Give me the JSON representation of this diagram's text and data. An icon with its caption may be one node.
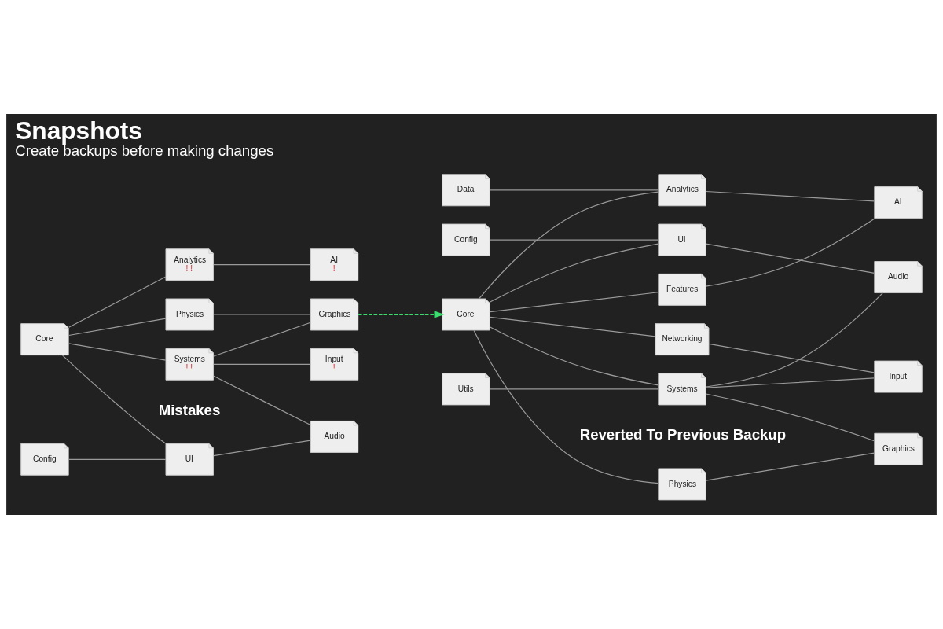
{
  "diagram": {
    "title": "Snapshots",
    "caption": "Create backups before making changes",
    "nodes": [
      {
        "text": [
          "Core"
        ]
      },
      {
        "text": [
          "Config"
        ]
      },
      {
        "text": [
          "Analytics",
          "! !"
        ]
      },
      {
        "text": [
          "Systems",
          "! !"
        ]
      },
      {
        "text": [
          "Physics"
        ]
      },
      {
        "text": [
          "UI"
        ]
      },
      {
        "text": [
          "Input",
          "!"
        ]
      },
      {
        "text": [
          "AI",
          "!"
        ]
      },
      {
        "text": [
          "Graphics"
        ]
      },
      {
        "text": [
          "Audio"
        ]
      },
      {
        "text": [
          "Data"
        ]
      },
      {
        "text": [
          "Config"
        ]
      },
      {
        "text": [
          "Core"
        ]
      },
      {
        "text": [
          "Utils"
        ]
      },
      {
        "text": [
          "Analytics"
        ]
      },
      {
        "text": [
          "Features"
        ]
      },
      {
        "text": [
          "UI"
        ]
      },
      {
        "text": [
          "Networking"
        ]
      },
      {
        "text": [
          "Systems"
        ]
      },
      {
        "text": [
          "Physics"
        ]
      },
      {
        "text": [
          "AI"
        ]
      },
      {
        "text": [
          "Audio"
        ]
      },
      {
        "text": [
          "Input"
        ]
      },
      {
        "text": [
          "Graphics"
        ]
      }
    ],
    "edges": [
      {
        "from": 0,
        "to": 2,
        "arrow": "none"
      },
      {
        "from": 0,
        "to": 3,
        "arrow": "none"
      },
      {
        "from": 0,
        "to": 4,
        "arrow": "none"
      },
      {
        "from": 0,
        "to": 5,
        "arrow": "none"
      },
      {
        "from": 1,
        "to": 5,
        "arrow": "none"
      },
      {
        "from": 2,
        "to": 7,
        "arrow": "none"
      },
      {
        "from": 3,
        "to": 6,
        "arrow": "none"
      },
      {
        "from": 3,
        "to": 8,
        "arrow": "none"
      },
      {
        "from": 3,
        "to": 9,
        "arrow": "none"
      },
      {
        "from": 4,
        "to": 8,
        "arrow": "none"
      },
      {
        "from": 5,
        "to": 9,
        "arrow": "none"
      },
      {
        "from": 8,
        "to": 12,
        "arrow": "to",
        "style": "dashed",
        "color": "#3ddc6e"
      },
      {
        "from": 10,
        "to": 14,
        "arrow": "none"
      },
      {
        "from": 12,
        "to": 14,
        "arrow": "none"
      },
      {
        "from": 12,
        "to": 15,
        "arrow": "none"
      },
      {
        "from": 12,
        "to": 16,
        "arrow": "none"
      },
      {
        "from": 12,
        "to": 17,
        "arrow": "none"
      },
      {
        "from": 12,
        "to": 18,
        "arrow": "none"
      },
      {
        "from": 12,
        "to": 19,
        "arrow": "none"
      },
      {
        "from": 11,
        "to": 16,
        "arrow": "none"
      },
      {
        "from": 13,
        "to": 18,
        "arrow": "none"
      },
      {
        "from": 14,
        "to": 20,
        "arrow": "none"
      },
      {
        "from": 15,
        "to": 20,
        "arrow": "none"
      },
      {
        "from": 16,
        "to": 21,
        "arrow": "none"
      },
      {
        "from": 17,
        "to": 22,
        "arrow": "none"
      },
      {
        "from": 18,
        "to": 21,
        "arrow": "none"
      },
      {
        "from": 18,
        "to": 22,
        "arrow": "none"
      },
      {
        "from": 18,
        "to": 23,
        "arrow": "none"
      },
      {
        "from": 19,
        "to": 23,
        "arrow": "none"
      }
    ],
    "labels": [
      "Mistakes",
      "Reverted To Previous Backup"
    ]
  }
}
